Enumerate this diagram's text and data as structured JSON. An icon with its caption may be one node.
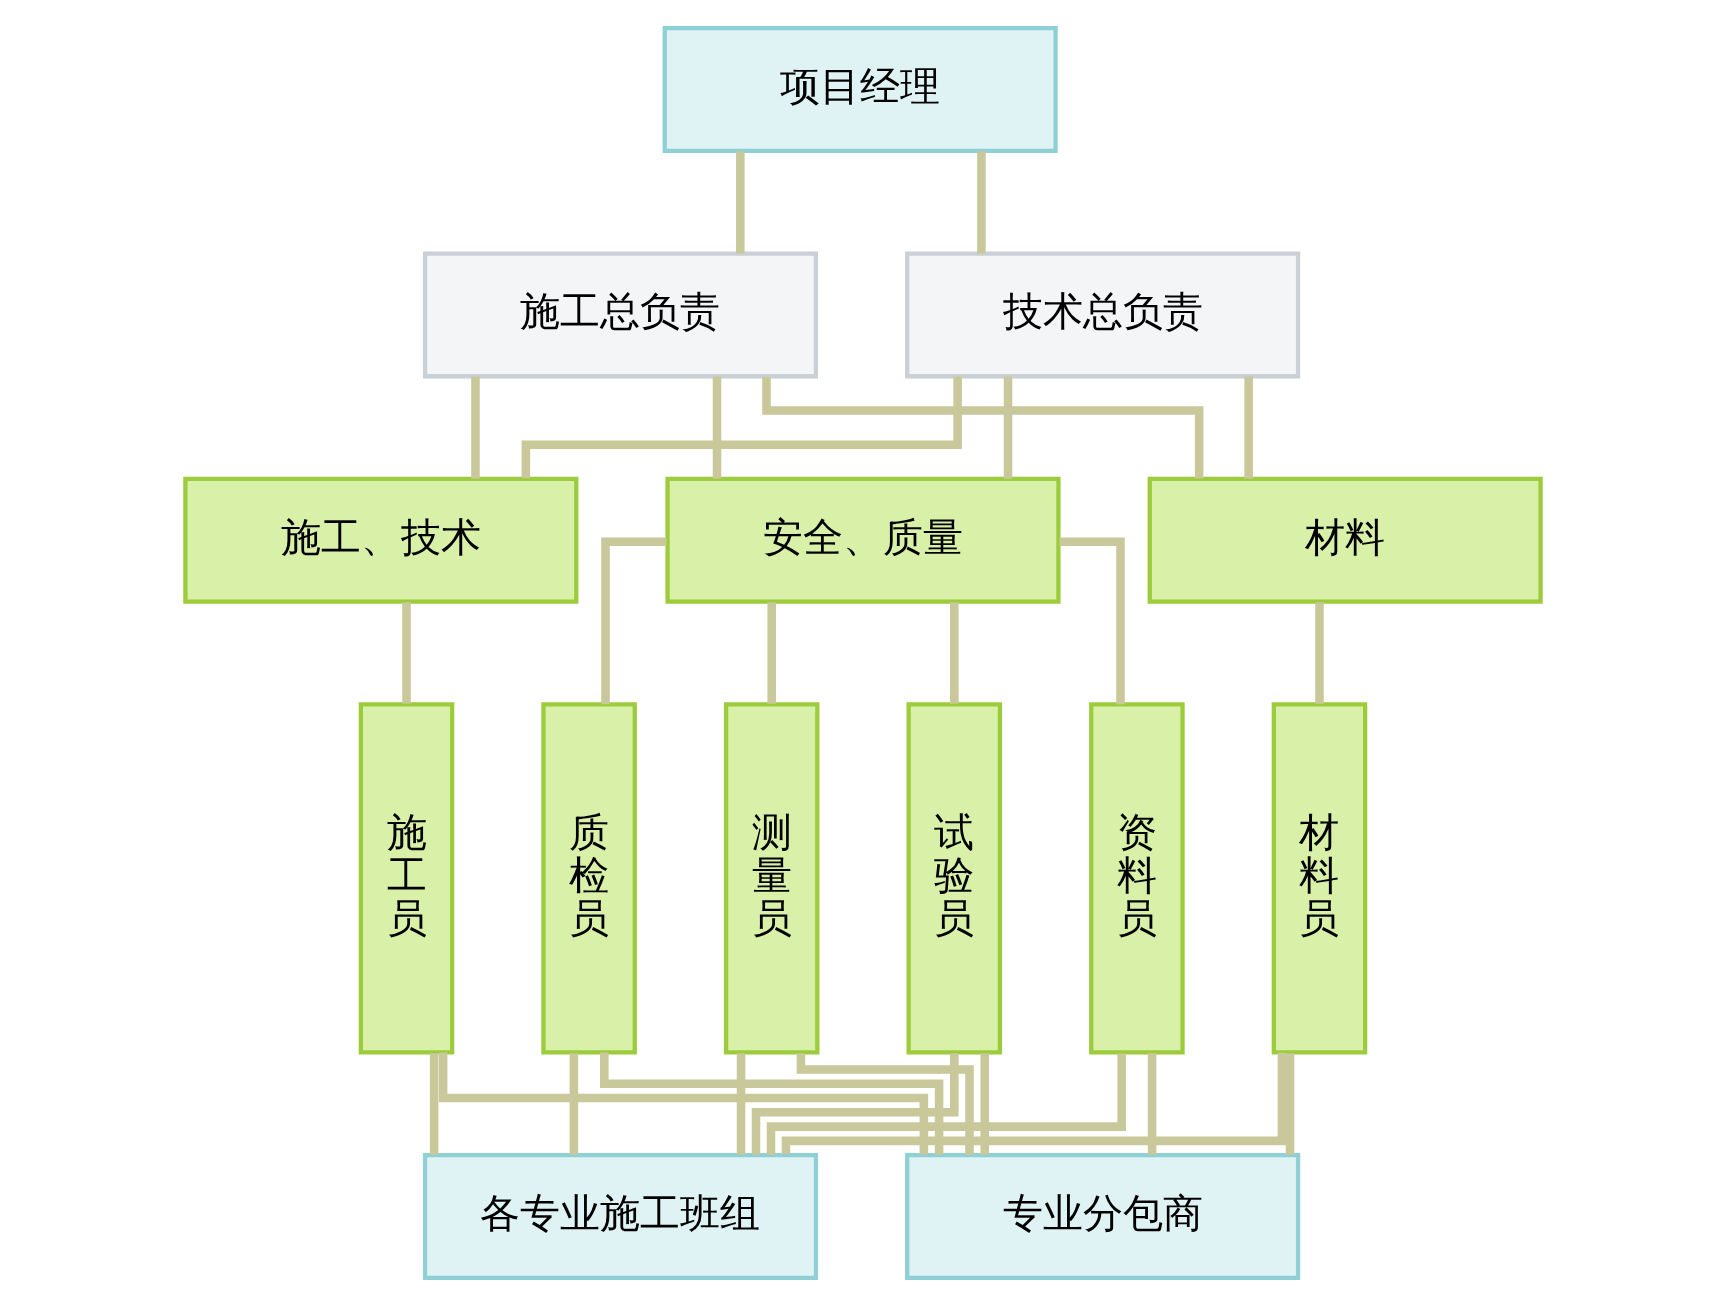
{
  "diagram": {
    "nodes": [
      {
        "text": [
          "项目经理"
        ]
      },
      {
        "text": [
          "施工总负责"
        ]
      },
      {
        "text": [
          "技术总负责"
        ]
      },
      {
        "text": [
          "施工、技术"
        ]
      },
      {
        "text": [
          "安全、质量"
        ]
      },
      {
        "text": [
          "材料"
        ]
      },
      {
        "text": [
          "施工员"
        ]
      },
      {
        "text": [
          "质检员"
        ]
      },
      {
        "text": [
          "测量员"
        ]
      },
      {
        "text": [
          "试验员"
        ]
      },
      {
        "text": [
          "资料员"
        ]
      },
      {
        "text": [
          "材料员"
        ]
      },
      {
        "text": [
          "各专业施工班组"
        ]
      },
      {
        "text": [
          "专业分包商"
        ]
      }
    ],
    "edges": [
      {
        "from": 0,
        "to": 1,
        "arrow": "none"
      },
      {
        "from": 0,
        "to": 2,
        "arrow": "none"
      },
      {
        "from": 1,
        "to": 3,
        "arrow": "none"
      },
      {
        "from": 1,
        "to": 4,
        "arrow": "none"
      },
      {
        "from": 1,
        "to": 5,
        "arrow": "none"
      },
      {
        "from": 2,
        "to": 3,
        "arrow": "none"
      },
      {
        "from": 2,
        "to": 4,
        "arrow": "none"
      },
      {
        "from": 2,
        "to": 5,
        "arrow": "none"
      },
      {
        "from": 3,
        "to": 6,
        "arrow": "none"
      },
      {
        "from": 4,
        "to": 7,
        "arrow": "none"
      },
      {
        "from": 4,
        "to": 8,
        "arrow": "none"
      },
      {
        "from": 4,
        "to": 9,
        "arrow": "none"
      },
      {
        "from": 4,
        "to": 10,
        "arrow": "none"
      },
      {
        "from": 5,
        "to": 11,
        "arrow": "none"
      },
      {
        "from": 6,
        "to": 12,
        "arrow": "none"
      },
      {
        "from": 7,
        "to": 12,
        "arrow": "none"
      },
      {
        "from": 8,
        "to": 12,
        "arrow": "none"
      },
      {
        "from": 9,
        "to": 12,
        "arrow": "none"
      },
      {
        "from": 10,
        "to": 12,
        "arrow": "none"
      },
      {
        "from": 11,
        "to": 12,
        "arrow": "none"
      },
      {
        "from": 6,
        "to": 13,
        "arrow": "none"
      },
      {
        "from": 7,
        "to": 13,
        "arrow": "none"
      },
      {
        "from": 8,
        "to": 13,
        "arrow": "none"
      },
      {
        "from": 9,
        "to": 13,
        "arrow": "none"
      },
      {
        "from": 10,
        "to": 13,
        "arrow": "none"
      },
      {
        "from": 11,
        "to": 13,
        "arrow": "none"
      }
    ]
  }
}
